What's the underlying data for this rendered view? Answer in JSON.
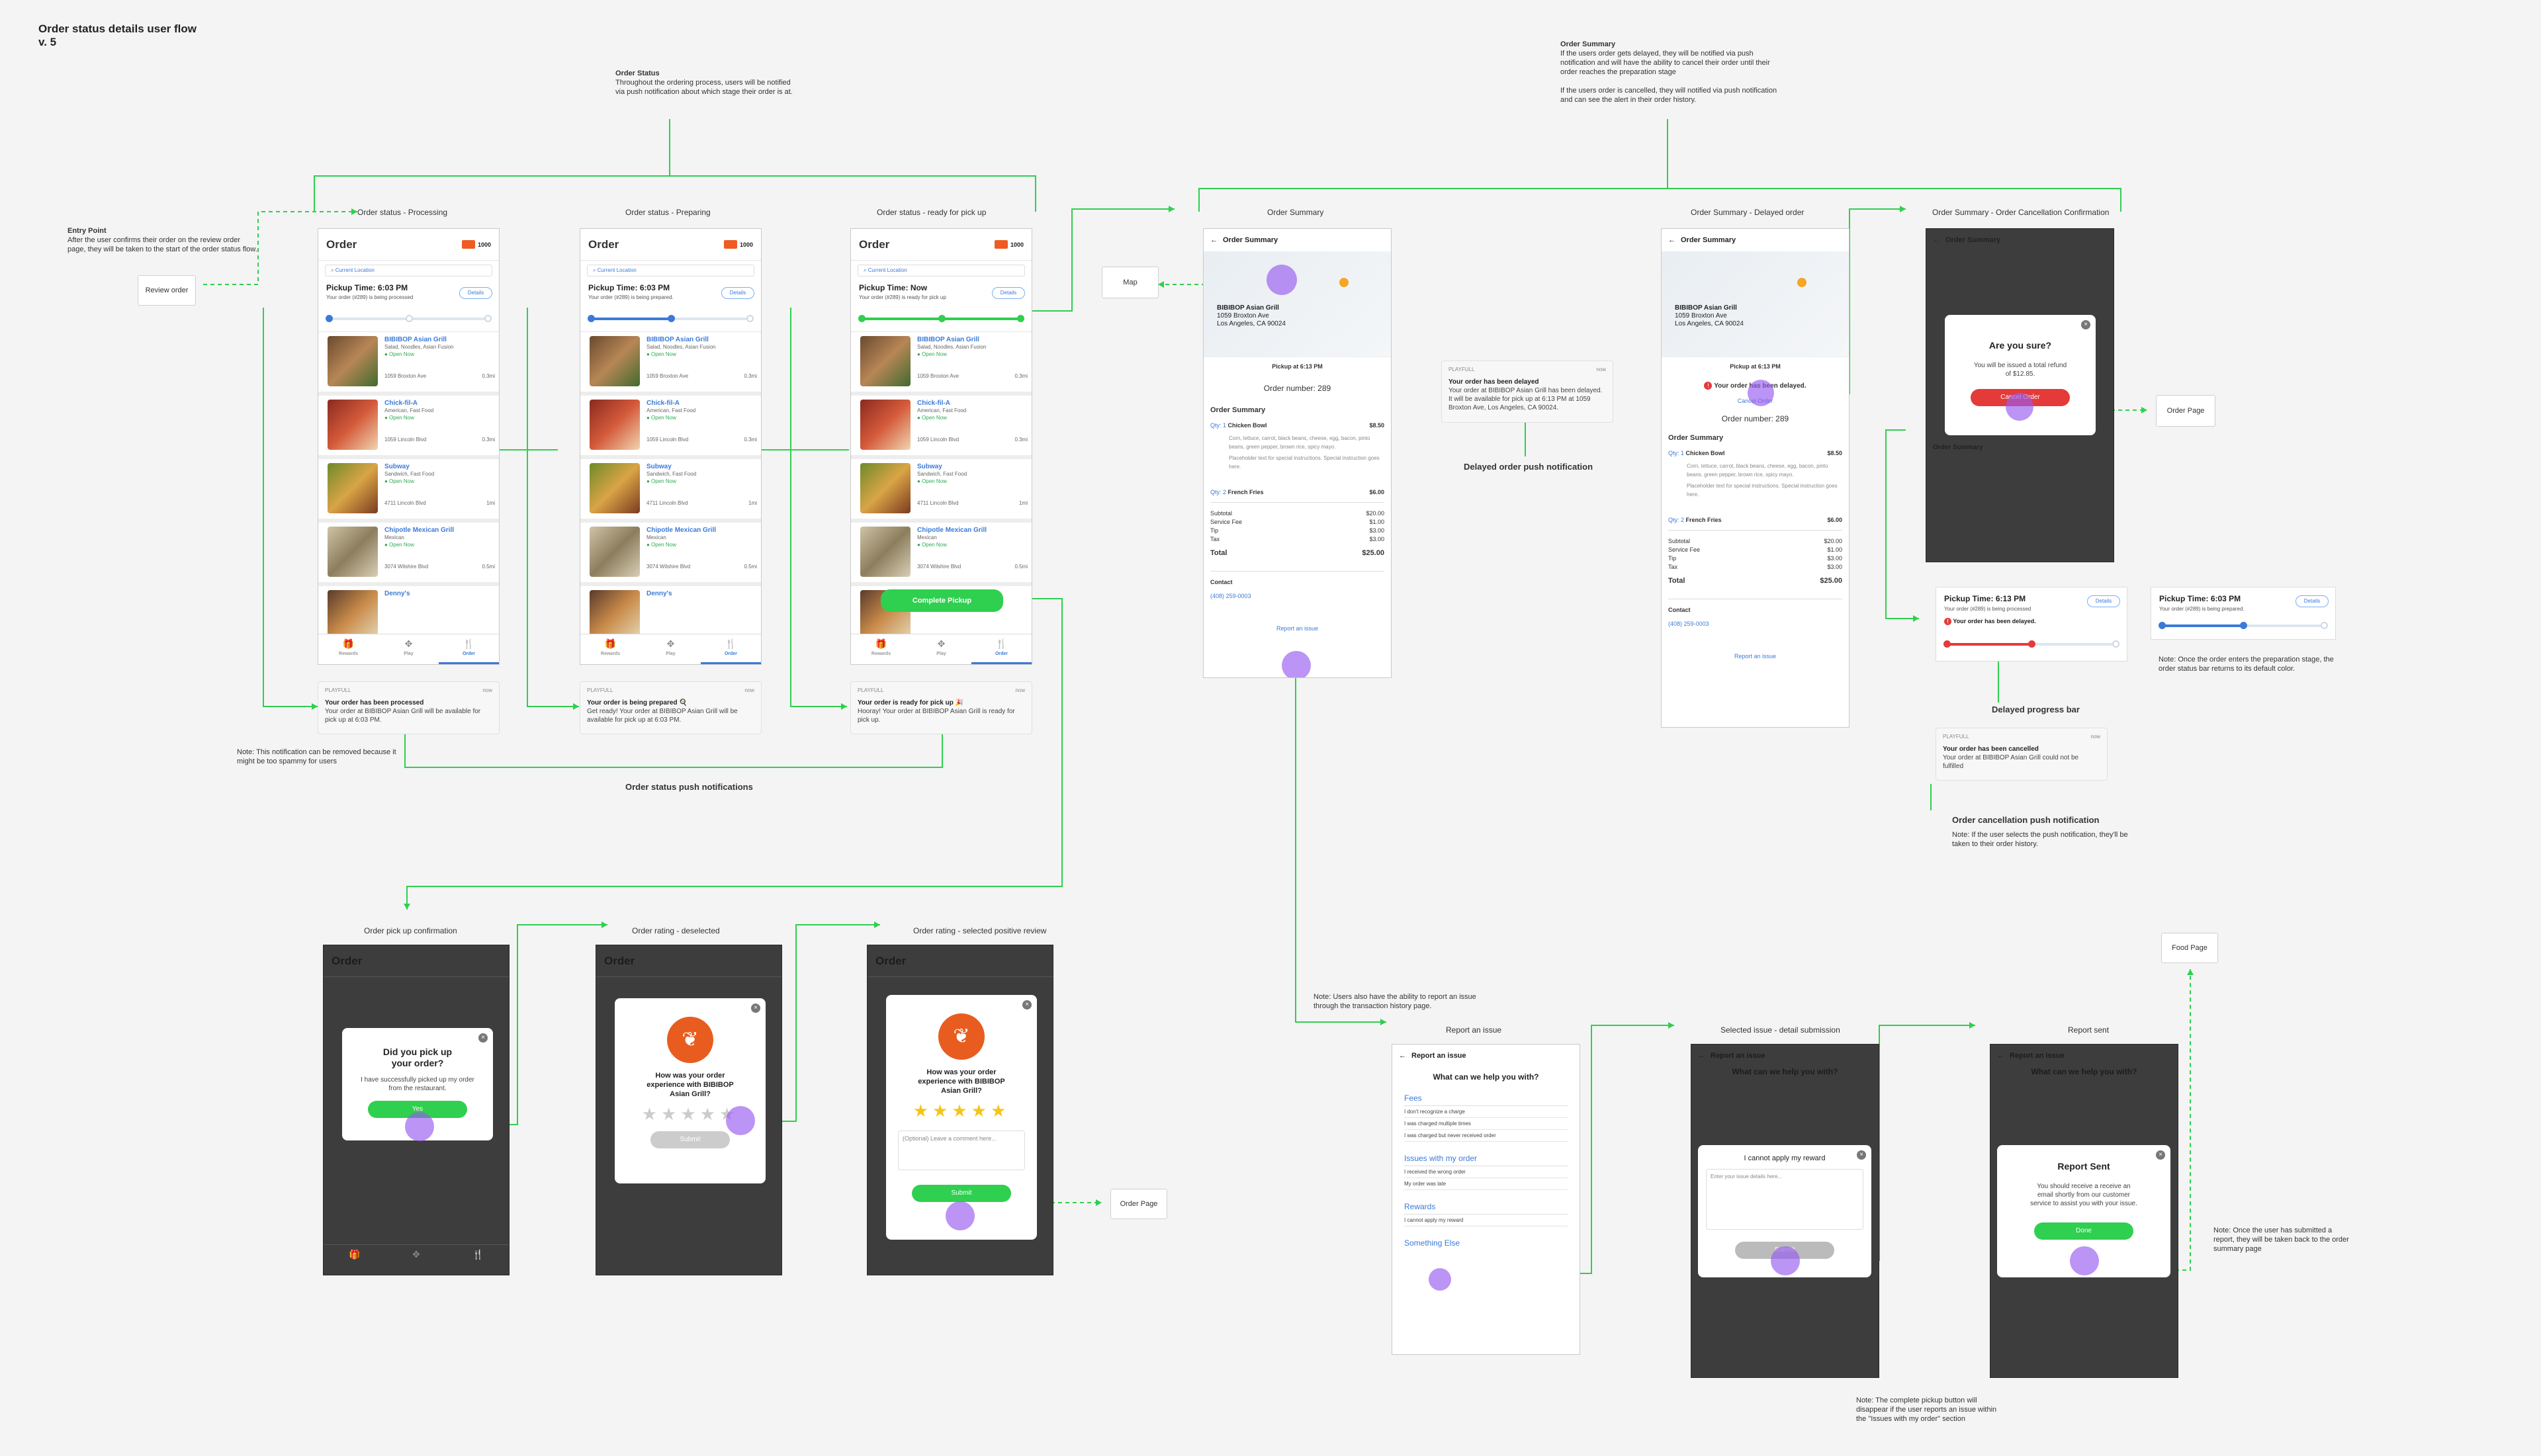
{
  "doc": {
    "title": "Order status details user flow",
    "version": "v. 5"
  },
  "notes": {
    "order_status_title": "Order Status",
    "order_status_body": "Throughout the ordering process, users will be notified via push notification about which stage their order is at.",
    "summary_title": "Order Summary",
    "summary_body1": "If the users order gets delayed, they will be notified via push notification and will have the ability to cancel their order until their order reaches the preparation stage",
    "summary_body2": "If the users order is cancelled, they will notified via push notification and can see the alert in their order history.",
    "entry_title": "Entry Point",
    "entry_body": "After the user confirms their order on the review order page, they will be taken to the start of the order status flow.",
    "spammy": "Note: This notification can be removed because it might be too spammy for users",
    "report_note": "Note: Users also have the ability to report an issue through the transaction history page.",
    "progress_note": "Note: Once the order enters the preparation stage, the order status bar returns to its default color.",
    "cancel_note": "Note: If the user selects the push notification, they'll be taken to their order history.",
    "submitted_note": "Note: Once the user has submitted a report, they will be taken back to the order summary page",
    "pickup_button_note": "Note: The complete pickup button will disappear if the user reports an issue within the \"Issues with my order\" section"
  },
  "boxes": {
    "review_order": "Review order",
    "map": "Map",
    "order_page": "Order Page",
    "food_page": "Food Page"
  },
  "screen_labels": {
    "processing": "Order status - Processing",
    "preparing": "Order status - Preparing",
    "ready": "Order status - ready for pick up",
    "summary": "Order Summary",
    "delayed": "Order Summary - Delayed order",
    "cancel_confirm": "Order Summary - Order Cancellation Confirmation",
    "pickup_confirm": "Order pick up confirmation",
    "rating_deselected": "Order rating - deselected",
    "rating_positive": "Order rating - selected positive review",
    "report_issue": "Report an issue",
    "issue_detail": "Selected issue - detail submission",
    "report_sent": "Report sent"
  },
  "captions": {
    "push": "Order status push notifications",
    "delayed_push": "Delayed order push notification",
    "delayed_bar": "Delayed progress bar",
    "cancel_push": "Order cancellation push notification"
  },
  "order": {
    "title": "Order",
    "points": "1000",
    "search": "Current Location",
    "pickup_label": "Pickup Time:",
    "pickup_time": "6:03 PM",
    "pickup_now": "Now",
    "details": "Details",
    "status_processing": "Your order (#289) is being processed",
    "status_preparing": "Your order (#289) is being prepared.",
    "status_ready": "Your order (#289) is ready for pick up",
    "open_now": "● Open Now",
    "complete_pickup": "Complete Pickup",
    "restaurants": [
      {
        "name": "BIBIBOP Asian Grill",
        "tags": "Salad, Noodles, Asian Fusion",
        "addr": "1059 Broxton Ave",
        "dist": "0.3mi"
      },
      {
        "name": "Chick-fil-A",
        "tags": "American, Fast Food",
        "addr": "1059 Lincoln Blvd",
        "dist": "0.3mi"
      },
      {
        "name": "Subway",
        "tags": "Sandwich, Fast Food",
        "addr": "4711 Lincoln Blvd",
        "dist": "1mi"
      },
      {
        "name": "Chipotle Mexican Grill",
        "tags": "Mexican",
        "addr": "3074 Wilshire Blvd",
        "dist": "0.5mi"
      },
      {
        "name": "Denny's",
        "tags": "",
        "addr": "",
        "dist": ""
      }
    ],
    "tabs": [
      "Rewards",
      "Play",
      "Order"
    ]
  },
  "notifications": {
    "app": "PLAYFULL",
    "time": "now",
    "processed_title": "Your order has been processed",
    "processed_body": "Your order at BIBIBOP Asian Grill will be available for pick up at 6:03 PM.",
    "prepared_title": "Your order is being prepared 🍳",
    "prepared_body": "Get ready! Your order at BIBIBOP Asian Grill will be available for pick up at 6:03 PM.",
    "ready_title": "Your order is ready for pick up 🎉",
    "ready_body": "Hooray! Your order at BIBIBOP Asian Grill is ready for pick up.",
    "delayed_title": "Your order has been delayed",
    "delayed_body": "Your order at BIBIBOP Asian Grill has been delayed. It will be available for pick up at 6:13 PM at 1059 Broxton Ave, Los Angeles, CA 90024.",
    "cancelled_title": "Your order has been cancelled",
    "cancelled_body": "Your order at BIBIBOP Asian Grill could not be fulfilled"
  },
  "summary": {
    "title": "Order Summary",
    "rest_name": "BIBIBOP Asian Grill",
    "addr1": "1059 Broxton Ave",
    "addr2": "Los Angeles, CA 90024",
    "pickup": "Pickup at 6:13 PM",
    "order_number": "Order number: 289",
    "section": "Order Summary",
    "qty1": "Qty: 1",
    "item1": "Chicken Bowl",
    "price1": "$8.50",
    "item1_desc": "Corn, lettuce, carrot, black beans, cheese, egg, bacon, pinto beans, green pepper, brown rice, spicy mayo.",
    "item1_note": "Placeholder text for special instructions. Special instruction goes here.",
    "qty2": "Qty: 2",
    "item2": "French Fries",
    "price2": "$6.00",
    "subtotal_l": "Subtotal",
    "subtotal": "$20.00",
    "service_l": "Service Fee",
    "service": "$1.00",
    "tip_l": "Tip",
    "tip": "$3.00",
    "tax_l": "Tax",
    "tax": "$3.00",
    "total_l": "Total",
    "total": "$25.00",
    "contact_l": "Contact",
    "phone": "(408) 259-0003",
    "report": "Report an issue",
    "delayed_alert": "Your order has been delayed.",
    "cancel_order": "Cancel Order"
  },
  "confirm_modal": {
    "title": "Are you sure?",
    "body": "You will be issued a total refund of $12.85.",
    "button": "Cancel Order"
  },
  "progress": {
    "pickup_label": "Pickup Time:",
    "delayed_time": "6:13 PM",
    "default_time": "6:03 PM",
    "details": "Details",
    "delayed_alert": "Your order has been delayed.",
    "processing": "Your order (#289) is being processed",
    "preparing": "Your order (#289) is being prepared."
  },
  "pickup_modal": {
    "title": "Did you pick up your order?",
    "body": "I have successfully picked up my order from the restaurant.",
    "button": "Yes"
  },
  "rating_modal": {
    "title": "How was your order experience with BIBIBOP Asian Grill?",
    "button": "Submit",
    "comment": "(Optional) Leave a comment here..."
  },
  "report": {
    "title": "Report an issue",
    "question": "What can we help you with?",
    "fees": "Fees",
    "fee_items": [
      "I don't recognize a charge",
      "I was charged multiple times",
      "I was charged but never received order"
    ],
    "issues": "Issues with my order",
    "issue_items": [
      "I received the wrong order",
      "My order was late"
    ],
    "rewards": "Rewards",
    "reward_items": [
      "I cannot apply my reward"
    ],
    "else": "Something Else"
  },
  "issue_modal": {
    "title": "I cannot apply my reward",
    "placeholder": "Enter your issue details here...",
    "button": "Submit"
  },
  "sent_modal": {
    "title": "Report Sent",
    "body": "You should receive a receive an email shortly from our customer service to assist you with your issue.",
    "button": "Done"
  },
  "colors": {
    "accent": "#3b7ad9",
    "green": "#2fcf4f",
    "red": "#e53a3a",
    "highlight": "#a16ff0"
  }
}
